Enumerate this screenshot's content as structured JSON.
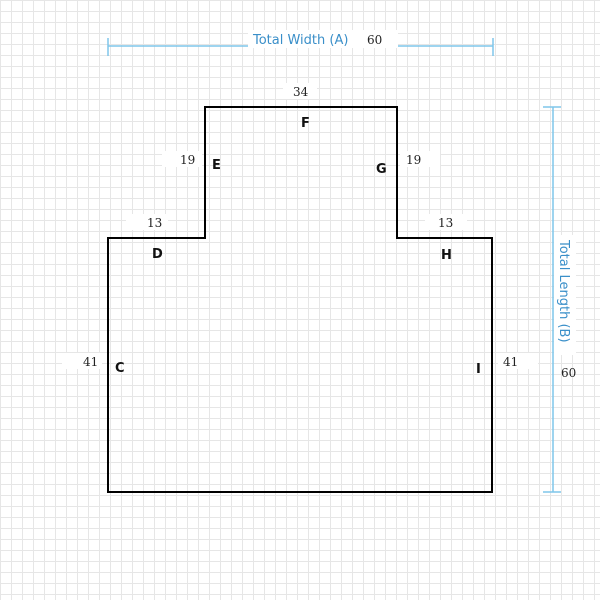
{
  "total_width": {
    "label": "Total Width (A)",
    "value": "60"
  },
  "total_length": {
    "label": "Total Length (B)",
    "value": "60"
  },
  "edges": {
    "C": {
      "letter": "C",
      "value": "41"
    },
    "D": {
      "letter": "D",
      "value": "13"
    },
    "E": {
      "letter": "E",
      "value": "19"
    },
    "F": {
      "letter": "F",
      "value": "34"
    },
    "G": {
      "letter": "G",
      "value": "19"
    },
    "H": {
      "letter": "H",
      "value": "13"
    },
    "I": {
      "letter": "I",
      "value": "41"
    }
  },
  "colors": {
    "outline": "#000000",
    "dimension_line": "#7fc6ea",
    "dimension_text": "#3a8fc9",
    "grid": "#e6e6e6"
  }
}
